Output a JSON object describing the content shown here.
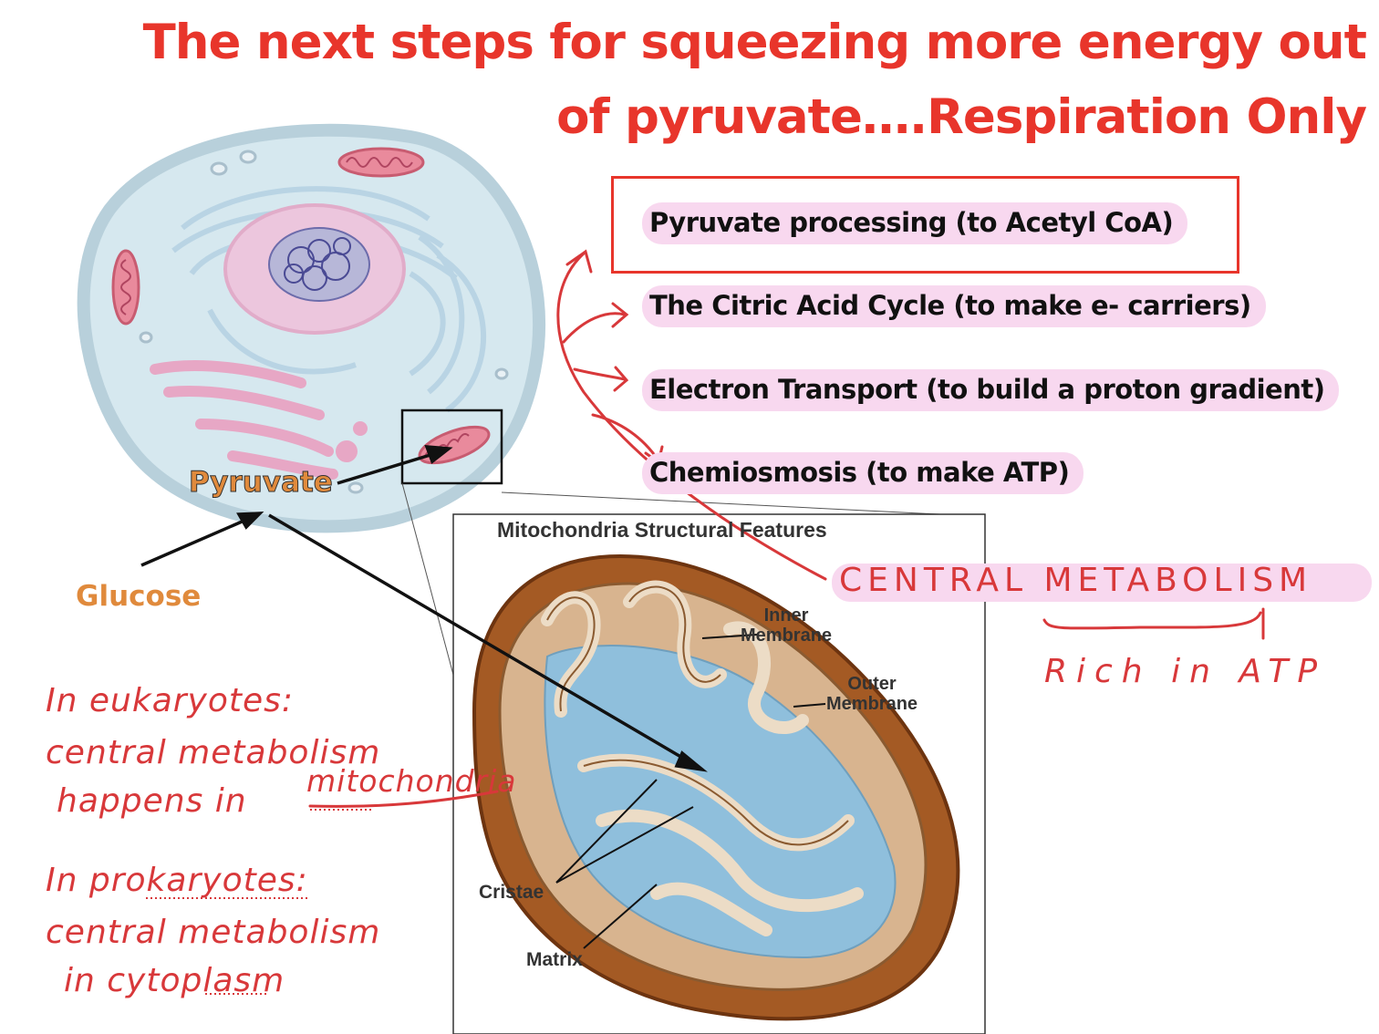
{
  "title": {
    "line1": "The next steps for squeezing more energy out",
    "line2": "of pyruvate….Respiration Only"
  },
  "steps": [
    {
      "label": "Pyruvate processing (to Acetyl CoA)"
    },
    {
      "label": "The Citric Acid Cycle (to make e- carriers)"
    },
    {
      "label": "Electron Transport (to build a proton gradient)"
    },
    {
      "label": "Chemiosmosis (to make ATP)"
    }
  ],
  "cell_labels": {
    "pyruvate": "Pyruvate",
    "glucose": "Glucose"
  },
  "mito_panel": {
    "title": "Mitochondria Structural Features",
    "inner": [
      "Inner",
      "Membrane"
    ],
    "outer": [
      "Outer",
      "Membrane"
    ],
    "cristae": "Cristae",
    "matrix": "Matrix"
  },
  "annotations": {
    "central": "CENTRAL METABOLISM",
    "rich": "Rich in ATP",
    "eukaryotes": [
      "In eukaryotes:",
      "central metabolism",
      "happens in",
      "mitochondria"
    ],
    "prokaryotes": [
      "In prokaryotes:",
      "central metabolism",
      "in cytoplasm"
    ]
  },
  "colors": {
    "accent_red": "#e8352b",
    "highlight_pink": "#f8d8ef",
    "glucose_orange": "#e08a3c",
    "matrix_blue": "#8fbfdc",
    "outer_brown": "#8a4a1e"
  }
}
